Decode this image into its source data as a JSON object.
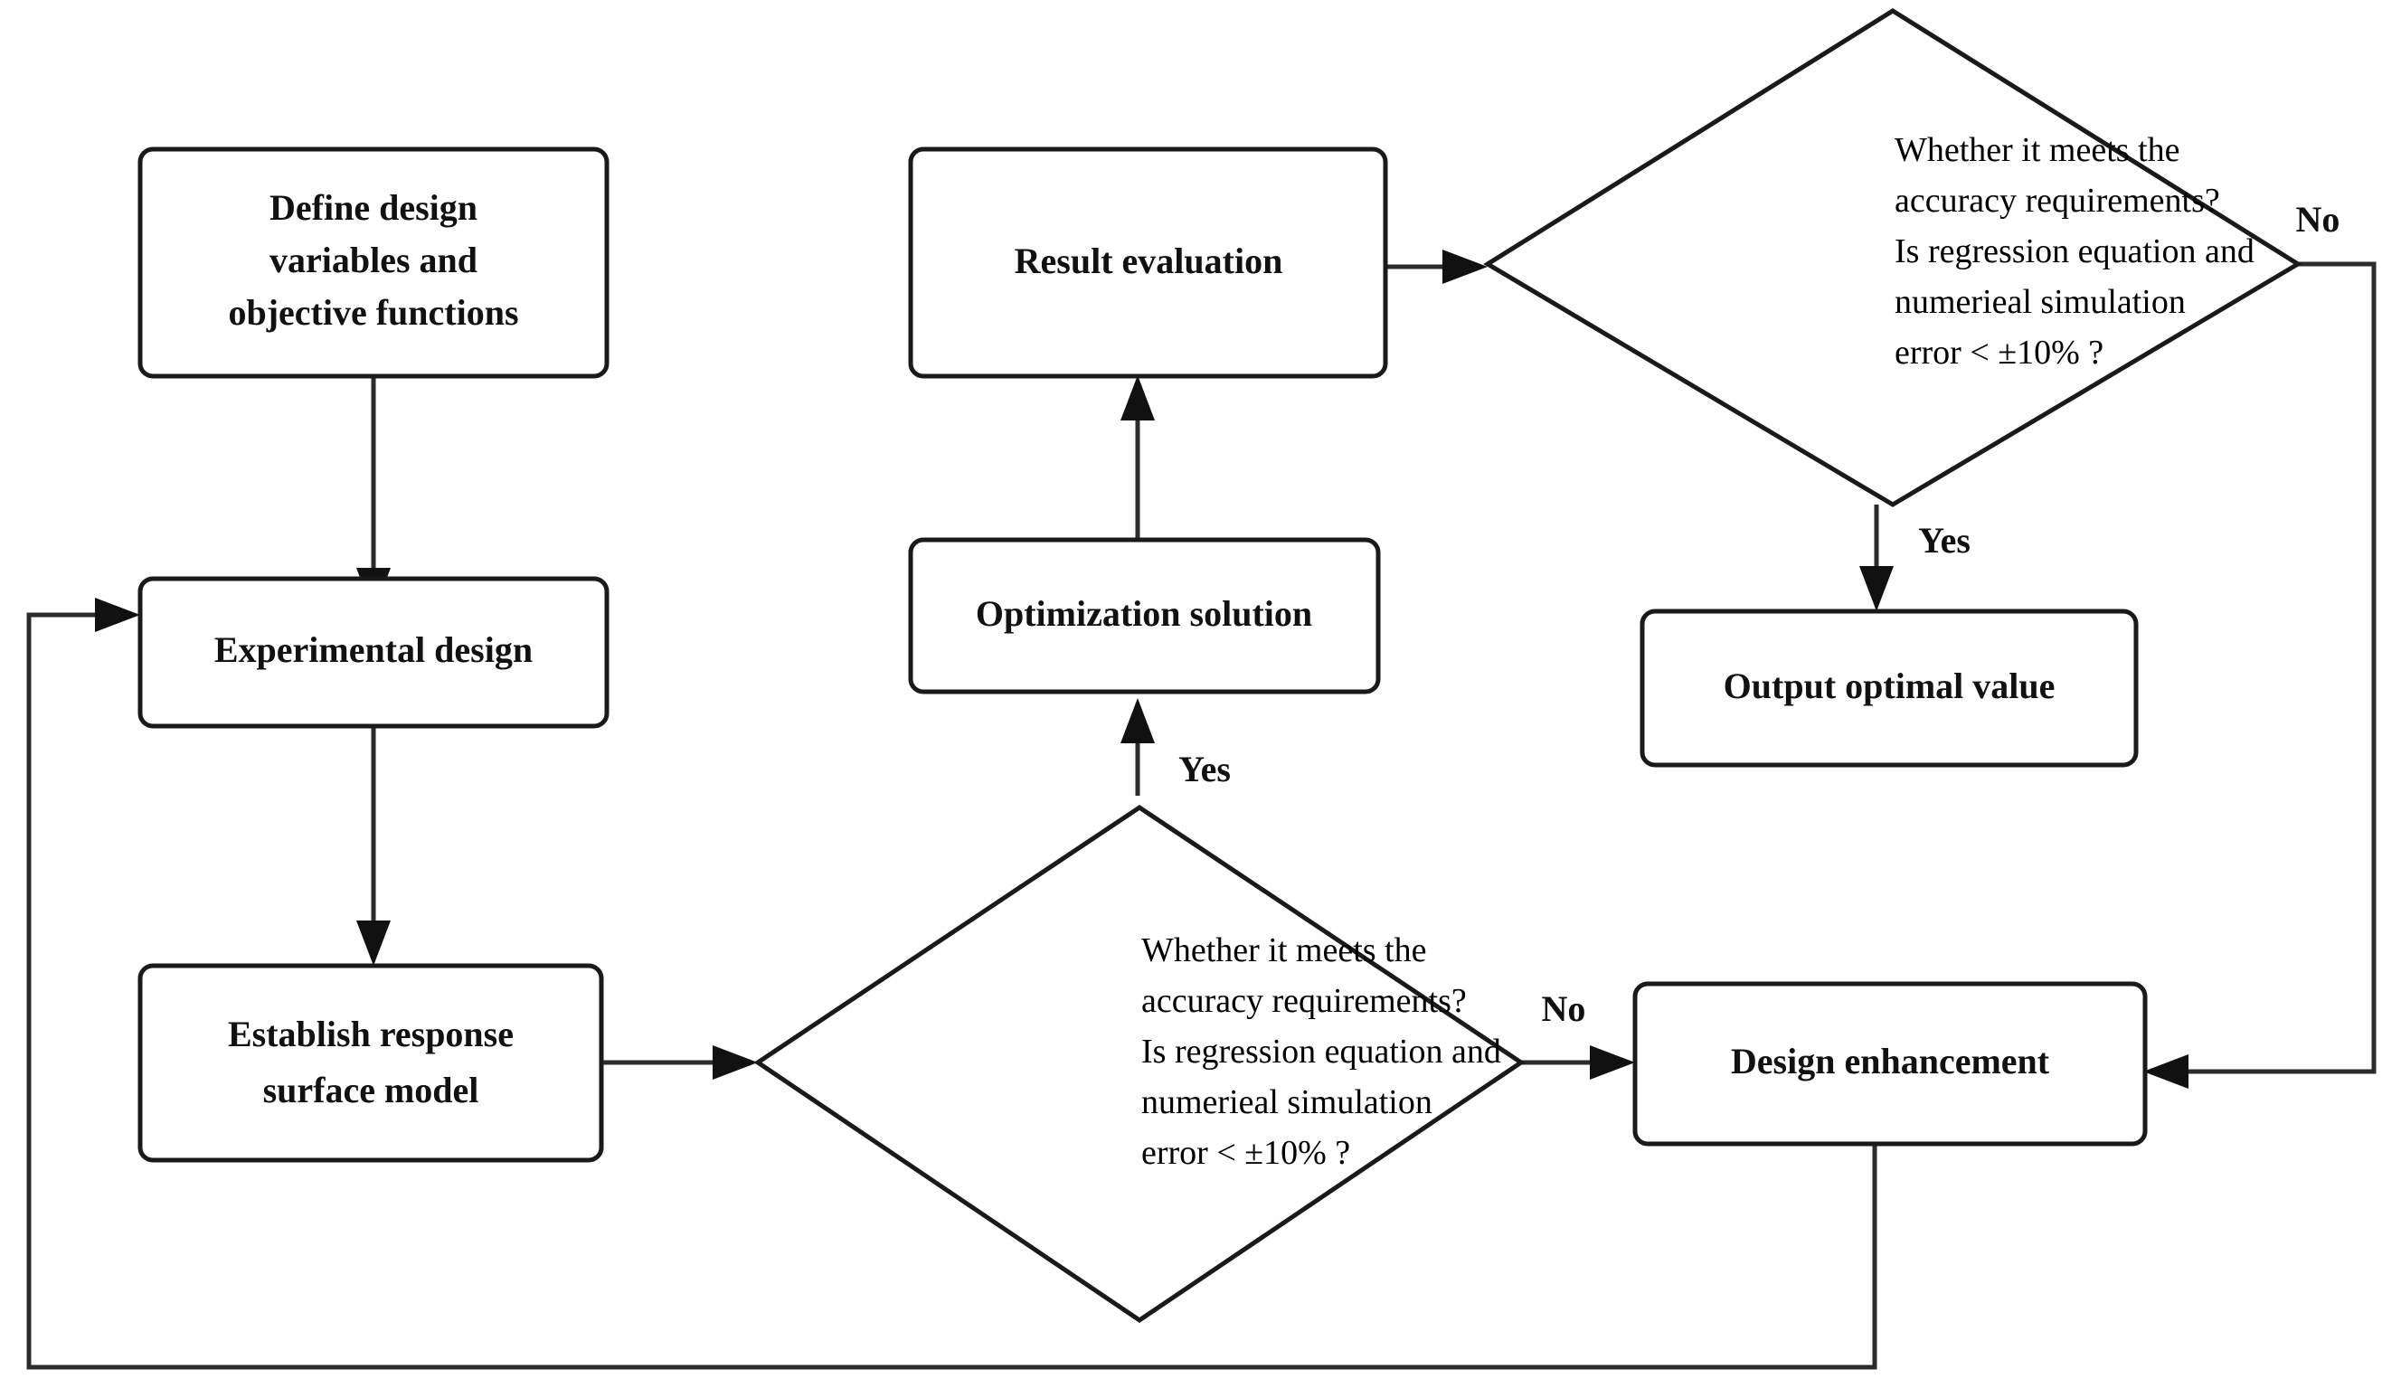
{
  "diagram": {
    "title": "Response surface optimization workflow flowchart",
    "colors": {
      "background": "#ffffff",
      "stroke": "#1a1a1a",
      "edge": "#2b2b2b",
      "text": "#111111"
    },
    "nodes": {
      "define_design": {
        "shape": "process",
        "lines": [
          "Define design",
          "variables and",
          "objective functions"
        ]
      },
      "experimental_design": {
        "shape": "process",
        "lines": [
          "Experimental design"
        ]
      },
      "establish_rsm": {
        "shape": "process",
        "lines": [
          "Establish response",
          "surface model"
        ]
      },
      "decision_lower": {
        "shape": "decision",
        "lines": [
          "Whether it meets the",
          "accuracy requirements?",
          "Is regression equation and",
          "numerieal simulation",
          "error < ±10% ?"
        ]
      },
      "optimization_solution": {
        "shape": "process",
        "lines": [
          "Optimization solution"
        ]
      },
      "result_evaluation": {
        "shape": "process",
        "lines": [
          "Result evaluation"
        ]
      },
      "decision_upper": {
        "shape": "decision",
        "lines": [
          "Whether it meets the",
          "accuracy requirements?",
          "Is regression equation and",
          "numerieal simulation",
          "error < ±10% ?"
        ]
      },
      "output_optimal": {
        "shape": "process",
        "lines": [
          "Output optimal value"
        ]
      },
      "design_enhancement": {
        "shape": "process",
        "lines": [
          "Design enhancement"
        ]
      }
    },
    "edge_labels": {
      "lower_yes": "Yes",
      "lower_no": "No",
      "upper_yes": "Yes",
      "upper_no": "No"
    }
  }
}
